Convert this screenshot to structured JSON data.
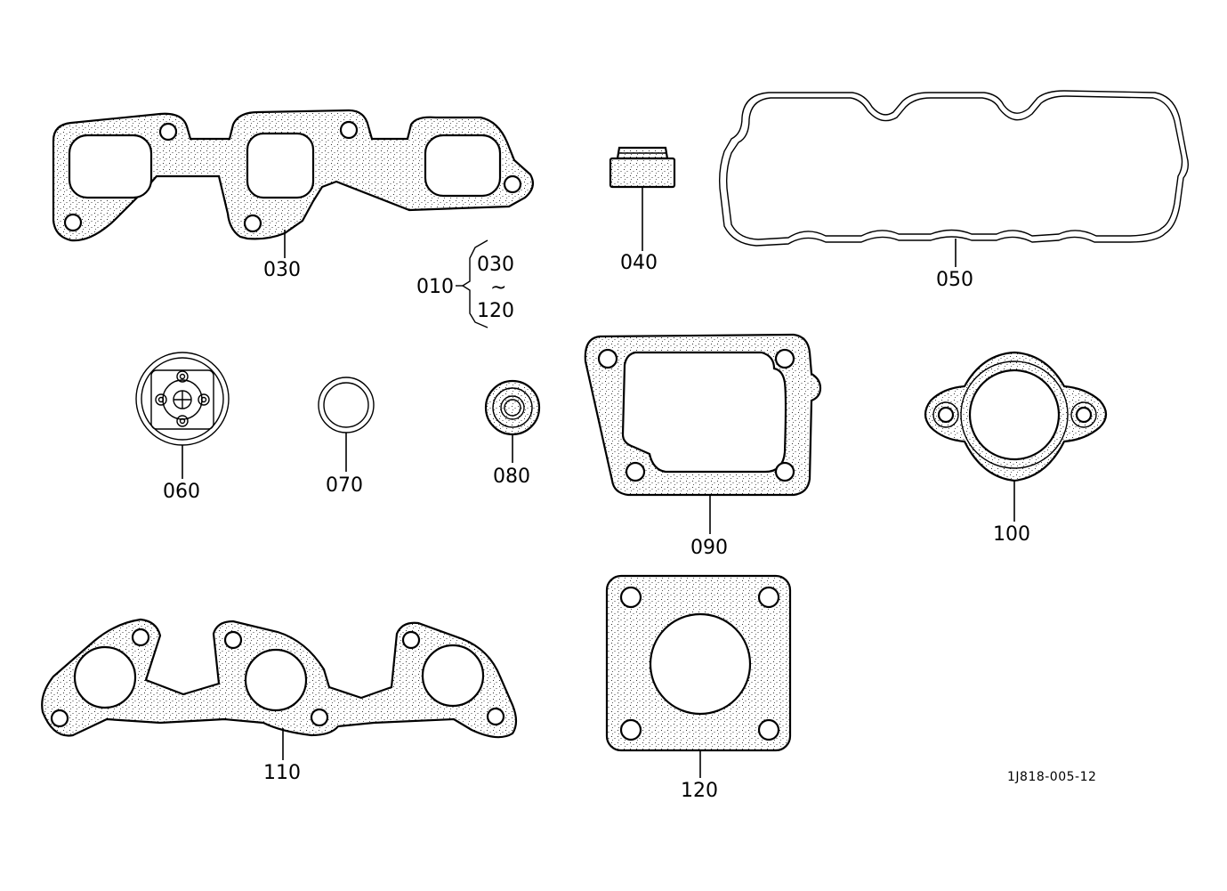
{
  "parts": [
    {
      "id": "p030",
      "label": "030"
    },
    {
      "id": "p040",
      "label": "040"
    },
    {
      "id": "p050",
      "label": "050"
    },
    {
      "id": "p060",
      "label": "060"
    },
    {
      "id": "p070",
      "label": "070"
    },
    {
      "id": "p080",
      "label": "080"
    },
    {
      "id": "p090",
      "label": "090"
    },
    {
      "id": "p100",
      "label": "100"
    },
    {
      "id": "p110",
      "label": "110"
    },
    {
      "id": "p120",
      "label": "120"
    }
  ],
  "set": {
    "label": "010",
    "range_start": "030",
    "range_sep": "~",
    "range_end": "120"
  },
  "drawing_code": "1J818-005-12",
  "colors": {
    "ink": "#000000",
    "paper": "#ffffff"
  }
}
